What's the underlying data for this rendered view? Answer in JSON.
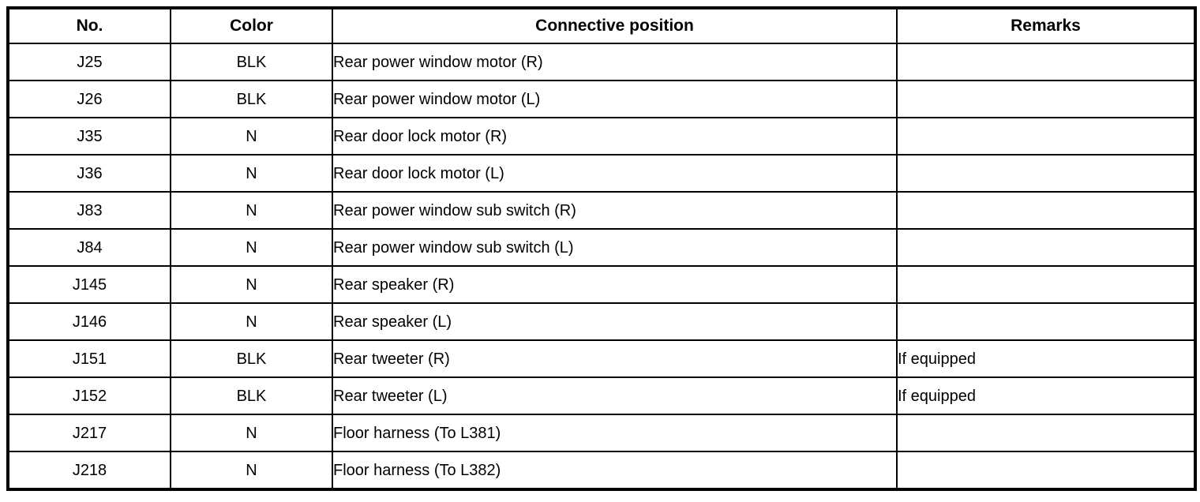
{
  "table": {
    "columns": [
      "No.",
      "Color",
      "Connective position",
      "Remarks"
    ],
    "rows": [
      {
        "no": "J25",
        "color": "BLK",
        "position": "Rear power window motor (R)",
        "remarks": ""
      },
      {
        "no": "J26",
        "color": "BLK",
        "position": "Rear power window motor (L)",
        "remarks": ""
      },
      {
        "no": "J35",
        "color": "N",
        "position": "Rear door lock motor (R)",
        "remarks": ""
      },
      {
        "no": "J36",
        "color": "N",
        "position": "Rear door lock motor (L)",
        "remarks": ""
      },
      {
        "no": "J83",
        "color": "N",
        "position": "Rear power window sub switch (R)",
        "remarks": ""
      },
      {
        "no": "J84",
        "color": "N",
        "position": "Rear power window sub switch (L)",
        "remarks": ""
      },
      {
        "no": "J145",
        "color": "N",
        "position": "Rear speaker (R)",
        "remarks": ""
      },
      {
        "no": "J146",
        "color": "N",
        "position": "Rear speaker (L)",
        "remarks": ""
      },
      {
        "no": "J151",
        "color": "BLK",
        "position": "Rear tweeter (R)",
        "remarks": "If equipped"
      },
      {
        "no": "J152",
        "color": "BLK",
        "position": "Rear tweeter (L)",
        "remarks": "If equipped"
      },
      {
        "no": "J217",
        "color": "N",
        "position": "Floor harness (To L381)",
        "remarks": ""
      },
      {
        "no": "J218",
        "color": "N",
        "position": "Floor harness (To L382)",
        "remarks": ""
      }
    ],
    "colors": {
      "border": "#000000",
      "background": "#ffffff",
      "text": "#000000"
    }
  }
}
